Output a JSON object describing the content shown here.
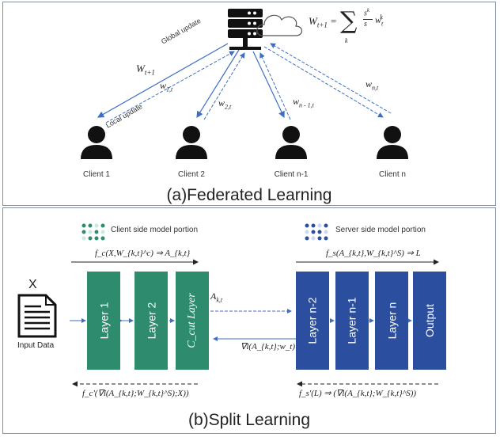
{
  "federated": {
    "caption": "(a)Federated Learning",
    "formula_lhs": "W",
    "formula_lhs_sub": "t+1",
    "formula_eq": "=",
    "formula_sum": "∑",
    "formula_sum_sub": "k",
    "formula_frac_num": "s",
    "formula_frac_num_sup": "k",
    "formula_frac_den": "s",
    "formula_term": "w",
    "formula_term_sub": "t",
    "formula_term_sup": "k",
    "global_update": "Global update",
    "local_update": "Local update",
    "w_t1": "W",
    "w_t1_sub": "t+1",
    "w_1t": "w",
    "w_1t_sub": "1,t",
    "w_2t": "w",
    "w_2t_sub": "2,t",
    "w_n1t": "w",
    "w_n1t_sub": "n - 1,t",
    "w_nt": "w",
    "w_nt_sub": "n,t",
    "clients": [
      "Client 1",
      "Client 2",
      "Client n-1",
      "Client n"
    ]
  },
  "split": {
    "caption": "(b)Split Learning",
    "client_legend": "Client side model portion",
    "server_legend": "Server side model portion",
    "client_forward": "f_c(X,W_{k,t}^c) ⇒ A_{k,t}",
    "server_forward": "f_s(A_{k,t},W_{k,t}^S) ⇒ L",
    "client_backward": "f_c'(∇l(A_{k,t};W_{k,t}^S);X))",
    "server_backward": "f_s'(L) ⇒ (∇l(A_{k,t};W_{k,t}^S))",
    "activation": "A",
    "activation_sub": "k,t",
    "gradient": "∇l(A_{k,t};w_t)",
    "input_symbol": "X",
    "input_label": "Input Data",
    "client_layers": [
      "Layer 1",
      "Layer 2",
      "C_cut Layer"
    ],
    "server_layers": [
      "Layer n-2",
      "Layer n-1",
      "Layer n",
      "Output"
    ],
    "colors": {
      "client": "#2e8b6e",
      "server": "#2b4f9e",
      "arrow": "#3b6fc4"
    }
  }
}
